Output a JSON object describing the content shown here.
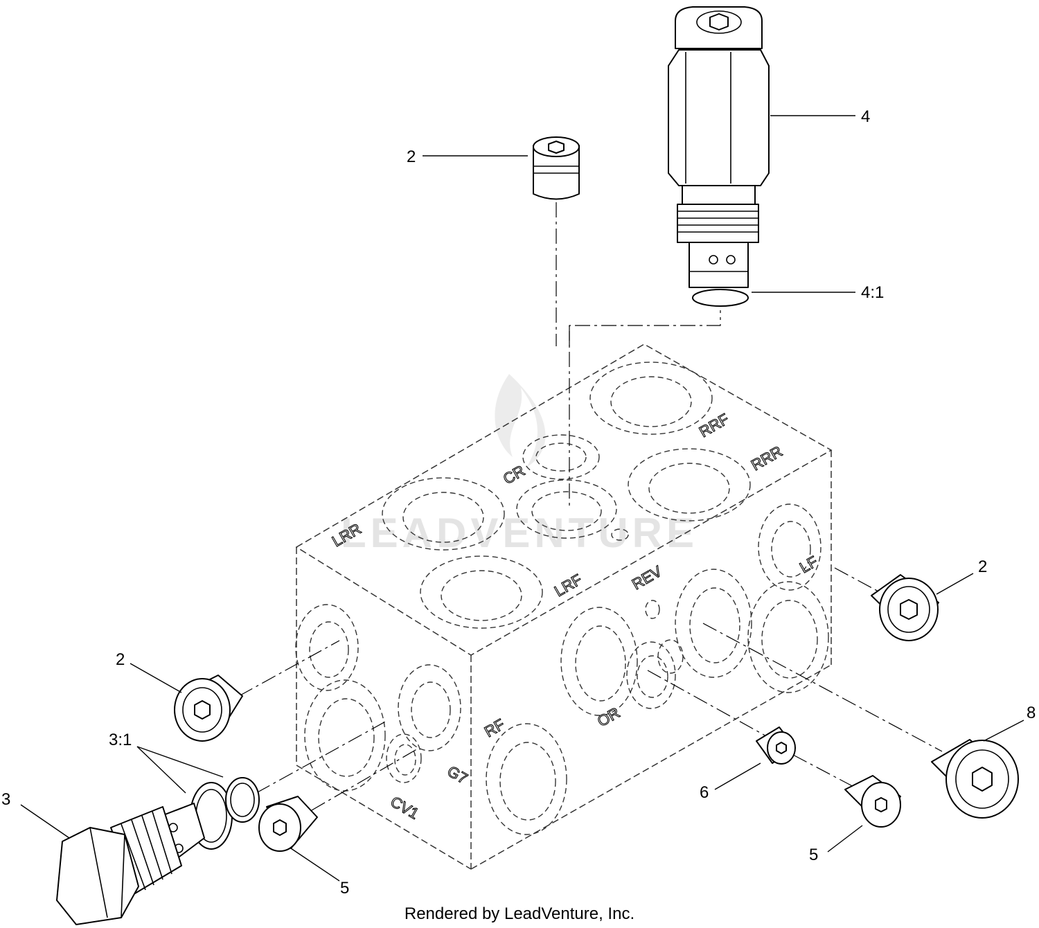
{
  "callouts": {
    "c4": "4",
    "c4_1": "4:1",
    "c2_top": "2",
    "c2_right": "2",
    "c2_left": "2",
    "c3": "3",
    "c3_1": "3:1",
    "c5_left": "5",
    "c5_right": "5",
    "c6": "6",
    "c8": "8"
  },
  "ports": {
    "rrf": "RRF",
    "rrr": "RRR",
    "cr": "CR",
    "lrr": "LRR",
    "lrf": "LRF",
    "rev": "REV",
    "lf": "LF",
    "rf": "RF",
    "or": "OR",
    "g7": "G7",
    "cv1": "CV1"
  },
  "watermark": "LEADVENTURE",
  "footer": "Rendered by LeadVenture, Inc."
}
